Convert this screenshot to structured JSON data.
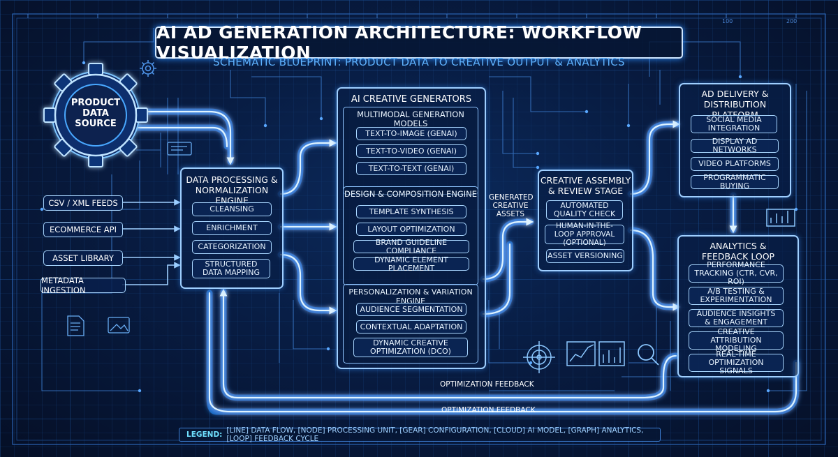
{
  "header": {
    "title": "AI AD GENERATION ARCHITECTURE: WORKFLOW VISUALIZATION",
    "subtitle": "SCHEMATIC BLUEPRINT: PRODUCT DATA TO CREATIVE OUTPUT & ANALYTICS"
  },
  "source": {
    "label_lines": [
      "PRODUCT",
      "DATA",
      "SOURCE"
    ],
    "inputs": [
      "CSV / XML FEEDS",
      "ECOMMERCE API",
      "ASSET LIBRARY",
      "METADATA INGESTION"
    ]
  },
  "processing": {
    "title_lines": [
      "DATA PROCESSING &",
      "NORMALIZATION ENGINE"
    ],
    "steps": [
      "CLEANSING",
      "ENRICHMENT",
      "CATEGORIZATION",
      "STRUCTURED DATA MAPPING"
    ]
  },
  "generators": {
    "title": "AI CREATIVE GENERATORS",
    "multimodal": {
      "title": "MULTIMODAL GENERATION MODELS",
      "items": [
        "TEXT-TO-IMAGE (GENAI)",
        "TEXT-TO-VIDEO (GENAI)",
        "TEXT-TO-TEXT (GENAI)"
      ]
    },
    "design": {
      "title": "DESIGN & COMPOSITION ENGINE",
      "items": [
        "TEMPLATE SYNTHESIS",
        "LAYOUT OPTIMIZATION",
        "BRAND GUIDELINE COMPLIANCE",
        "DYNAMIC ELEMENT PLACEMENT"
      ]
    },
    "personalization": {
      "title": "PERSONALIZATION & VARIATION ENGINE",
      "items": [
        "AUDIENCE SEGMENTATION",
        "CONTEXTUAL ADAPTATION",
        "DYNAMIC CREATIVE OPTIMIZATION (DCO)"
      ]
    }
  },
  "generated_label_lines": [
    "GENERATED",
    "CREATIVE",
    "ASSETS"
  ],
  "assembly": {
    "title_lines": [
      "CREATIVE ASSEMBLY",
      "& REVIEW STAGE"
    ],
    "items": [
      "AUTOMATED QUALITY CHECK",
      "HUMAN-IN-THE-LOOP APPROVAL (OPTIONAL)",
      "ASSET VERSIONING"
    ]
  },
  "delivery": {
    "title_lines": [
      "AD DELIVERY &",
      "DISTRIBUTION PLATFORM"
    ],
    "items": [
      "SOCIAL MEDIA INTEGRATION",
      "DISPLAY AD NETWORKS",
      "VIDEO PLATFORMS",
      "PROGRAMMATIC BUYING"
    ]
  },
  "analytics": {
    "title_lines": [
      "ANALYTICS &",
      "FEEDBACK LOOP"
    ],
    "items": [
      "PERFORMANCE TRACKING (CTR, CVR, ROI)",
      "A/B TESTING & EXPERIMENTATION",
      "AUDIENCE INSIGHTS & ENGAGEMENT",
      "CREATIVE ATTRIBUTION MODELING",
      "REAL-TIME OPTIMIZATION SIGNALS"
    ]
  },
  "feedback": {
    "inner_label": "OPTIMIZATION FEEDBACK",
    "outer_label": "OPTIMIZATION FEEDBACK"
  },
  "legend": {
    "label": "LEGEND:",
    "text": "[LINE] DATA FLOW, [NODE] PROCESSING UNIT, [GEAR] CONFIGURATION, [CLOUD] AI MODEL, [GRAPH] ANALYTICS, [LOOP] FEEDBACK CYCLE"
  },
  "ruler_labels": [
    "100",
    "200"
  ],
  "icons": [
    "gear-icon",
    "document-icon",
    "image-icon",
    "chart-icon",
    "target-icon",
    "magnifier-icon",
    "small-gear-icon"
  ],
  "colors": {
    "background": "#081c42",
    "glow": "#37a6ff",
    "line": "#3a78c8",
    "text": "#ffffff"
  }
}
